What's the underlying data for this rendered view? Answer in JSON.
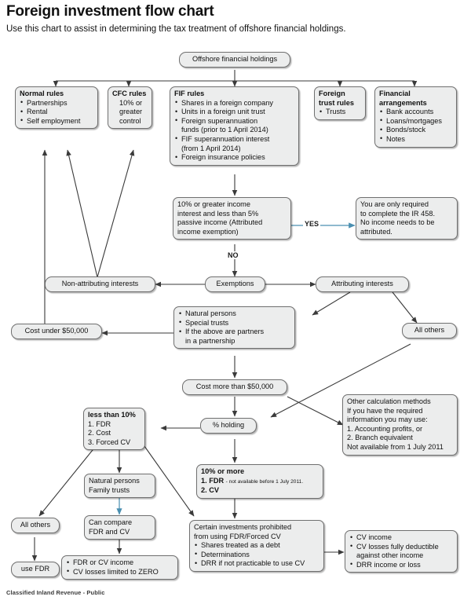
{
  "header": {
    "title": "Foreign investment flow chart",
    "subtitle": "Use this chart to assist in determining the tax treatment of offshore financial holdings."
  },
  "footer": {
    "classification": "Classified Inland Revenue - Public"
  },
  "colors": {
    "node_fill": "#eceded",
    "node_border": "#6f6f6f",
    "edge": "#3a3a3a",
    "edge_highlight": "#4a8fb0",
    "text": "#111111"
  },
  "chart_data": {
    "type": "diagram",
    "title": "Foreign investment flow chart",
    "nodes": [
      {
        "id": "offshore",
        "label": "Offshore financial holdings"
      },
      {
        "id": "normal-rules",
        "heading": "Normal rules",
        "items": [
          "Partnerships",
          "Rental",
          "Self employment"
        ]
      },
      {
        "id": "cfc-rules",
        "heading": "CFC rules",
        "lines": [
          "10% or",
          "greater",
          "control"
        ]
      },
      {
        "id": "fif-rules",
        "heading": "FIF rules",
        "items": [
          "Shares in a foreign company",
          "Units in a foreign unit trust",
          "Foreign superannuation funds (prior to 1 April 2014)",
          "FIF superannuation interest (from 1 April 2014)",
          "Foreign insurance policies"
        ]
      },
      {
        "id": "foreign-trust-rules",
        "heading": "Foreign trust rules",
        "items": [
          "Trusts"
        ]
      },
      {
        "id": "financial-arrangements",
        "heading": "Financial arrangements",
        "items": [
          "Bank accounts",
          "Loans/mortgages",
          "Bonds/stock",
          "Notes"
        ]
      },
      {
        "id": "attributed-income-exemption",
        "text": "10% or greater income interest and less than 5% passive income (Attributed income exemption)"
      },
      {
        "id": "ir458",
        "text": "You are only required to complete the IR 458. No income needs to be attributed."
      },
      {
        "id": "non-attributing-interests",
        "label": "Non-attributing interests"
      },
      {
        "id": "exemptions",
        "label": "Exemptions"
      },
      {
        "id": "attributing-interests",
        "label": "Attributing interests"
      },
      {
        "id": "cost-under-50000",
        "label": "Cost under $50,000"
      },
      {
        "id": "natural-persons-special-trusts",
        "items": [
          "Natural persons",
          "Special trusts",
          "If the above are partners in a partnership"
        ]
      },
      {
        "id": "all-others-right",
        "label": "All others"
      },
      {
        "id": "cost-more-than-50000",
        "label": "Cost more than $50,000"
      },
      {
        "id": "other-calculation-methods",
        "heading": "Other calculation methods",
        "lines": [
          "If you have the required",
          "information you may use:",
          "1. Accounting profits, or",
          "2. Branch equivalent",
          "Not available from 1 July 2011"
        ]
      },
      {
        "id": "less-than-10",
        "heading": "less than 10%",
        "lines": [
          "1. FDR",
          "2. Cost",
          "3. Forced CV"
        ]
      },
      {
        "id": "percent-holding",
        "label": "% holding"
      },
      {
        "id": "ten-percent-or-more",
        "heading": "10% or more",
        "lines": [
          "1. FDR",
          "2. CV"
        ],
        "note": "- not available before 1 July 2011."
      },
      {
        "id": "natural-persons-family-trusts",
        "lines": [
          "Natural persons",
          "Family trusts"
        ]
      },
      {
        "id": "all-others-left",
        "label": "All others"
      },
      {
        "id": "can-compare-fdr-cv",
        "lines": [
          "Can compare",
          "FDR and CV"
        ]
      },
      {
        "id": "prohibited-investments",
        "lines": [
          "Certain investments prohibited",
          "from using FDR/Forced CV"
        ],
        "items": [
          "Shares treated as a debt",
          "Determinations",
          "DRR if not practicable to use CV"
        ]
      },
      {
        "id": "use-fdr",
        "label": "use FDR"
      },
      {
        "id": "fdr-cv-income",
        "items": [
          "FDR or CV income",
          "CV losses limited to ZERO"
        ]
      },
      {
        "id": "cv-income-outcomes",
        "items": [
          "CV income",
          "CV losses fully deductible against other income",
          "DRR income or loss"
        ]
      }
    ],
    "edge_labels": [
      "YES",
      "NO"
    ]
  },
  "nodes": {
    "offshore": {
      "label": "Offshore financial holdings"
    },
    "normal_rules": {
      "heading": "Normal rules",
      "items": [
        "Partnerships",
        "Rental",
        "Self employment"
      ]
    },
    "cfc_rules": {
      "heading": "CFC rules",
      "l1": "10% or",
      "l2": "greater",
      "l3": "control"
    },
    "fif_rules": {
      "heading": "FIF rules",
      "items": [
        "Shares in a foreign company",
        "Units in a foreign unit trust",
        "Foreign superannuation",
        "FIF superannuation interest",
        "Foreign insurance policies"
      ],
      "cont_funds": "funds (prior to 1 April 2014)",
      "cont_fif": "(from 1 April 2014)"
    },
    "foreign_trust_rules": {
      "h1": "Foreign",
      "h2": "trust rules",
      "item1": "Trusts"
    },
    "financial_arrangements": {
      "h1": "Financial",
      "h2": "arrangements",
      "items": [
        "Bank accounts",
        "Loans/mortgages",
        "Bonds/stock",
        "Notes"
      ]
    },
    "attributed_exemption": {
      "l1": "10% or greater income",
      "l2": "interest and less than 5%",
      "l3": "passive income (Attributed",
      "l4": "income exemption)"
    },
    "ir458": {
      "l1": "You are only required",
      "l2": "to complete the IR 458.",
      "l3": "No income needs to be",
      "l4": "attributed."
    },
    "non_attributing": {
      "label": "Non-attributing interests"
    },
    "exemptions": {
      "label": "Exemptions"
    },
    "attributing": {
      "label": "Attributing interests"
    },
    "cost_under": {
      "label": "Cost under $50,000"
    },
    "natural_special": {
      "items": [
        "Natural persons",
        "Special trusts",
        "If the above are partners"
      ],
      "cont": "in a partnership"
    },
    "all_others_right": {
      "label": "All others"
    },
    "cost_more": {
      "label": "Cost more than $50,000"
    },
    "other_methods": {
      "l1": "Other calculation methods",
      "l2": "If you have the required",
      "l3": "information you may use:",
      "l4": "1. Accounting profits, or",
      "l5": "2. Branch equivalent",
      "l6": "Not available from 1 July 2011"
    },
    "less_than_10": {
      "heading": "less than 10%",
      "l1": "1. FDR",
      "l2": "2. Cost",
      "l3": "3. Forced CV"
    },
    "percent_holding": {
      "label": "% holding"
    },
    "ten_or_more": {
      "heading": "10% or more",
      "l1": "1. FDR",
      "note": "- not available before 1 July 2011.",
      "l2": "2. CV"
    },
    "natural_family": {
      "l1": "Natural persons",
      "l2": "Family trusts"
    },
    "all_others_left": {
      "label": "All others"
    },
    "can_compare": {
      "l1": "Can compare",
      "l2": "FDR and CV"
    },
    "prohibited": {
      "l1": "Certain investments prohibited",
      "l2": "from using FDR/Forced CV",
      "items": [
        "Shares treated as a debt",
        "Determinations",
        "DRR if not practicable to use CV"
      ]
    },
    "use_fdr": {
      "label": "use FDR"
    },
    "fdr_cv_income": {
      "items": [
        "FDR or CV income",
        "CV losses limited to ZERO"
      ]
    },
    "cv_outcomes": {
      "items": [
        "CV income",
        "CV losses fully deductible",
        "DRR income or loss"
      ],
      "cont": "against other income"
    }
  },
  "edges": {
    "yes": "YES",
    "no": "NO"
  }
}
